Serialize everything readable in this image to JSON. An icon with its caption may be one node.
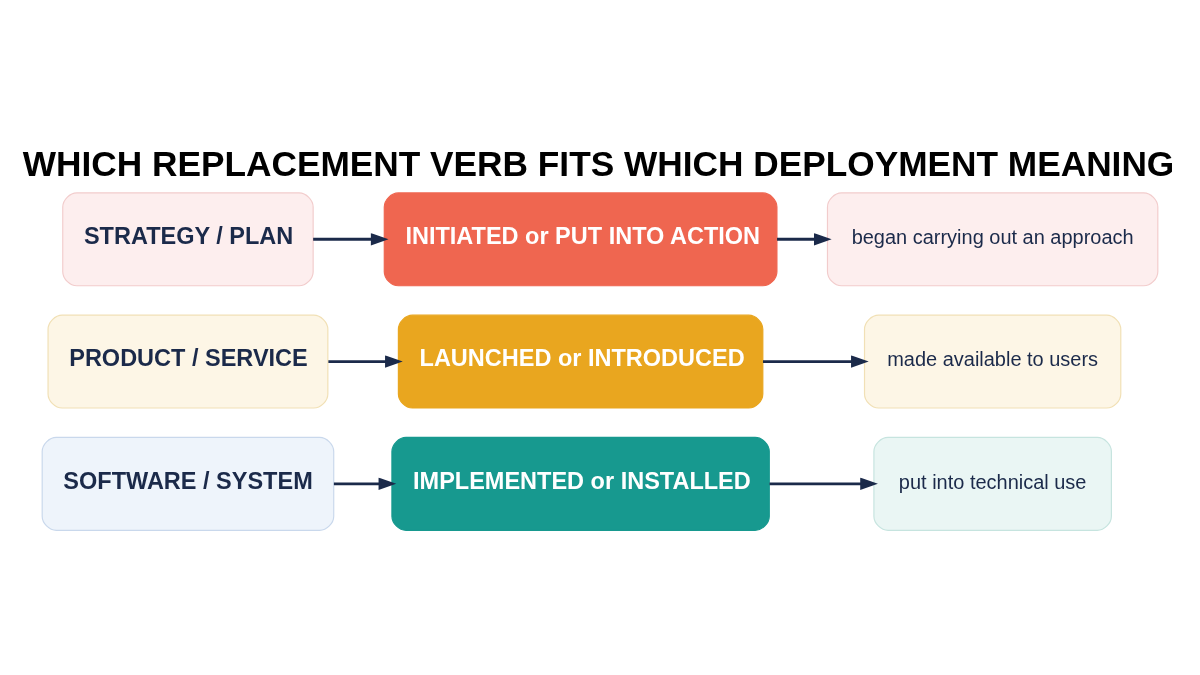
{
  "diagram": {
    "title": "WHICH REPLACEMENT VERB FITS WHICH DEPLOYMENT MEANING",
    "nodes": [
      {
        "text": [
          "SOFTWARE / SYSTEM"
        ]
      },
      {
        "text": [
          "IMPLEMENTED or INSTALLED"
        ]
      },
      {
        "text": [
          "put into technical use"
        ]
      },
      {
        "text": [
          "PRODUCT / SERVICE"
        ]
      },
      {
        "text": [
          "LAUNCHED or INTRODUCED"
        ]
      },
      {
        "text": [
          "made available to users"
        ]
      },
      {
        "text": [
          "STRATEGY / PLAN"
        ]
      },
      {
        "text": [
          "INITIATED or PUT INTO ACTION"
        ]
      },
      {
        "text": [
          "began carrying out an approach"
        ]
      }
    ],
    "edges": [
      {
        "from": 0,
        "to": 1,
        "arrow": "to"
      },
      {
        "from": 1,
        "to": 2,
        "arrow": "to"
      },
      {
        "from": 3,
        "to": 4,
        "arrow": "to"
      },
      {
        "from": 4,
        "to": 5,
        "arrow": "to"
      },
      {
        "from": 6,
        "to": 7,
        "arrow": "to"
      },
      {
        "from": 7,
        "to": 8,
        "arrow": "to"
      }
    ]
  }
}
